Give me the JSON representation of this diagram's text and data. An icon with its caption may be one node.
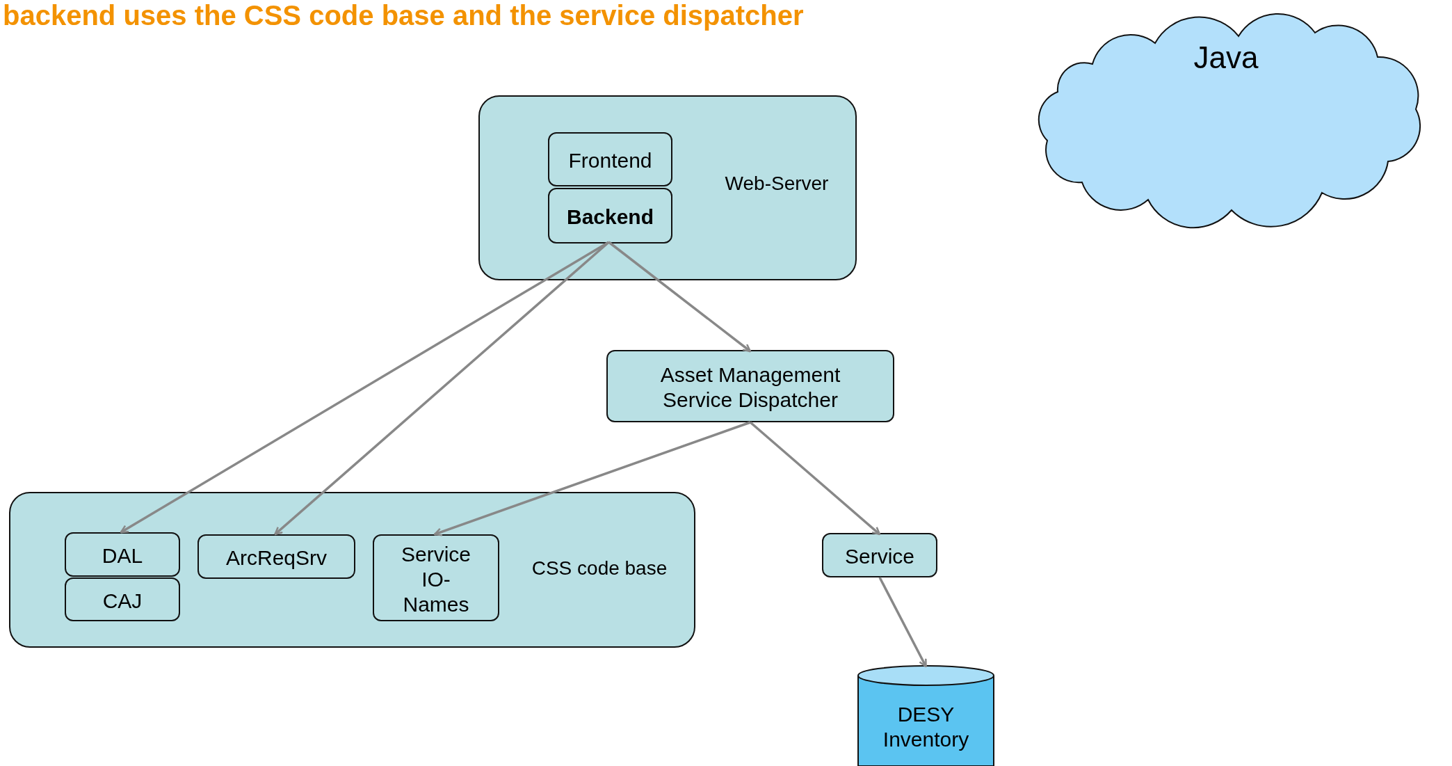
{
  "diagram": {
    "title": "backend uses the CSS code base and the service dispatcher",
    "nodes": [
      {
        "text": [
          "Web-Server"
        ]
      },
      {
        "text": [
          "Frontend"
        ],
        "in": 0
      },
      {
        "text": [
          "Backend"
        ],
        "in": 0
      },
      {
        "text": [
          "Asset Management Service Dispatcher"
        ]
      },
      {
        "text": [
          "CSS code base"
        ]
      },
      {
        "text": [
          "DAL"
        ],
        "in": 4
      },
      {
        "text": [
          "CAJ"
        ],
        "in": 4
      },
      {
        "text": [
          "ArcReqSrv"
        ],
        "in": 4
      },
      {
        "text": [
          "Service IO-Names"
        ],
        "in": 4
      },
      {
        "text": [
          "Service"
        ]
      },
      {
        "text": [
          "DESY Inventory"
        ]
      },
      {
        "text": [
          "Java"
        ]
      }
    ],
    "edges": [
      {
        "from": 2,
        "to": 5,
        "arrow": "to"
      },
      {
        "from": 2,
        "to": 7,
        "arrow": "to"
      },
      {
        "from": 2,
        "to": 3,
        "arrow": "to"
      },
      {
        "from": 3,
        "to": 8,
        "arrow": "to"
      },
      {
        "from": 3,
        "to": 9,
        "arrow": "to"
      },
      {
        "from": 9,
        "to": 10,
        "arrow": "to"
      }
    ]
  }
}
